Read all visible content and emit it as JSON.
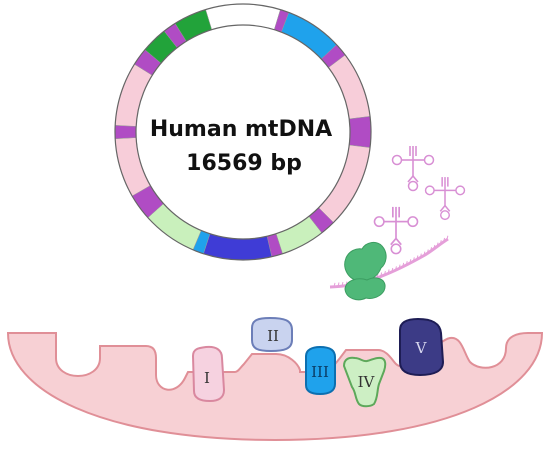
{
  "genome": {
    "name": "Human mtDNA",
    "size": "16569 bp"
  },
  "segments": [
    {
      "start": -17,
      "end": 17,
      "color": "#ffffff"
    },
    {
      "start": 17,
      "end": 21,
      "color": "#b04cc4"
    },
    {
      "start": 21,
      "end": 47,
      "color": "#1fa2ec"
    },
    {
      "start": 47,
      "end": 53,
      "color": "#b04cc4"
    },
    {
      "start": 53,
      "end": 83,
      "color": "#f7cdd9"
    },
    {
      "start": 83,
      "end": 97,
      "color": "#b04cc4"
    },
    {
      "start": 97,
      "end": 135,
      "color": "#f7cdd9"
    },
    {
      "start": 135,
      "end": 142,
      "color": "#b04cc4"
    },
    {
      "start": 142,
      "end": 162,
      "color": "#c9f0bc"
    },
    {
      "start": 162,
      "end": 167,
      "color": "#b04cc4"
    },
    {
      "start": 167,
      "end": 198,
      "color": "#3f3cd6"
    },
    {
      "start": 198,
      "end": 203,
      "color": "#1fa2ec"
    },
    {
      "start": 203,
      "end": 228,
      "color": "#c9f0bc"
    },
    {
      "start": 228,
      "end": 240,
      "color": "#b04cc4"
    },
    {
      "start": 240,
      "end": 267,
      "color": "#f7cdd9"
    },
    {
      "start": 267,
      "end": 273,
      "color": "#b04cc4"
    },
    {
      "start": 273,
      "end": 302,
      "color": "#f7cdd9"
    },
    {
      "start": 302,
      "end": 310,
      "color": "#b04cc4"
    },
    {
      "start": 310,
      "end": 322,
      "color": "#22a33a"
    },
    {
      "start": 322,
      "end": 328,
      "color": "#b04cc4"
    },
    {
      "start": 328,
      "end": 343,
      "color": "#22a33a"
    }
  ],
  "complexes": [
    {
      "label": "I",
      "color": "#f6d2e0",
      "stroke": "#d9889f"
    },
    {
      "label": "II",
      "color": "#c9d3ef",
      "stroke": "#6c7eb8"
    },
    {
      "label": "III",
      "color": "#1fa2ec",
      "stroke": "#0c6fb0"
    },
    {
      "label": "IV",
      "color": "#cdefc4",
      "stroke": "#5da85a"
    },
    {
      "label": "V",
      "color": "#3c3b86",
      "stroke": "#1e1d55"
    }
  ],
  "colors": {
    "membrane_fill": "#f7d0d4",
    "membrane_stroke": "#e08f97",
    "ring_outline": "#666666",
    "trna": "#d88fd4",
    "ribosome": "#4fb878",
    "mrna": "#e59fd9"
  },
  "icons": [
    "trna-icon",
    "ribosome-icon",
    "mrna-strand-icon"
  ]
}
